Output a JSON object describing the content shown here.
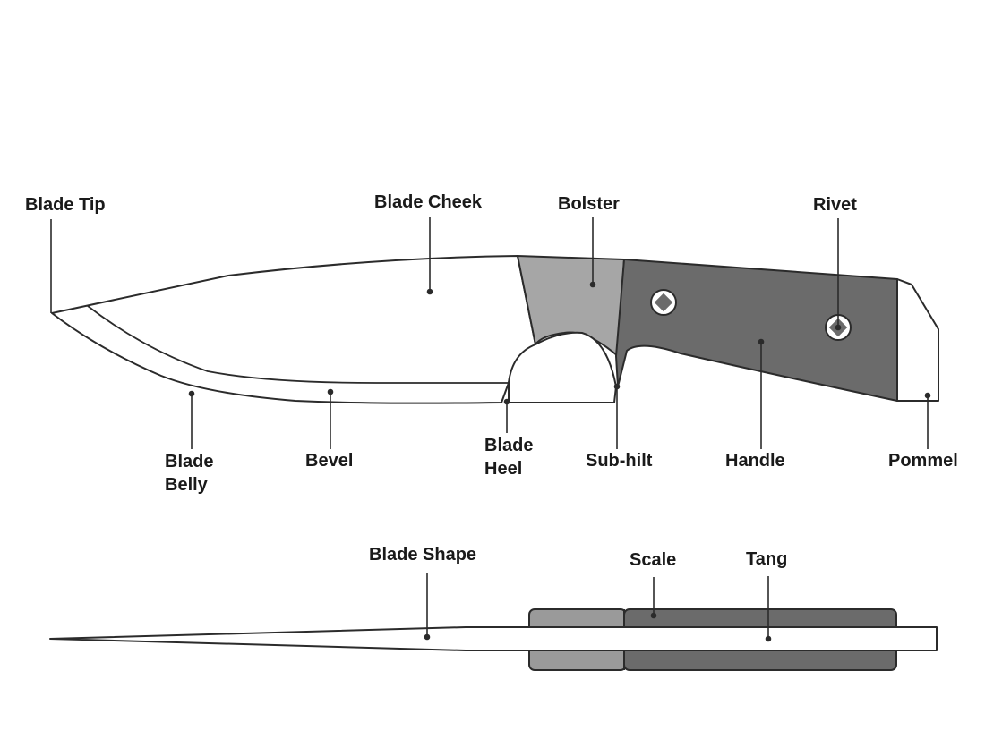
{
  "labels": {
    "blade_tip": "Blade Tip",
    "blade_cheek": "Blade Cheek",
    "bolster": "Bolster",
    "rivet": "Rivet",
    "blade_belly": [
      "Blade",
      "Belly"
    ],
    "bevel": "Bevel",
    "blade_heel": [
      "Blade",
      "Heel"
    ],
    "sub_hilt": "Sub-hilt",
    "handle": "Handle",
    "pommel": "Pommel",
    "blade_shape": "Blade Shape",
    "scale": "Scale",
    "tang": "Tang"
  },
  "colors": {
    "outline": "#2b2b2b",
    "bolster_fill": "#a6a6a6",
    "handle_fill": "#6b6b6b",
    "scale_light": "#9a9a9a",
    "scale_dark": "#6b6b6b",
    "blade_fill": "#ffffff"
  }
}
